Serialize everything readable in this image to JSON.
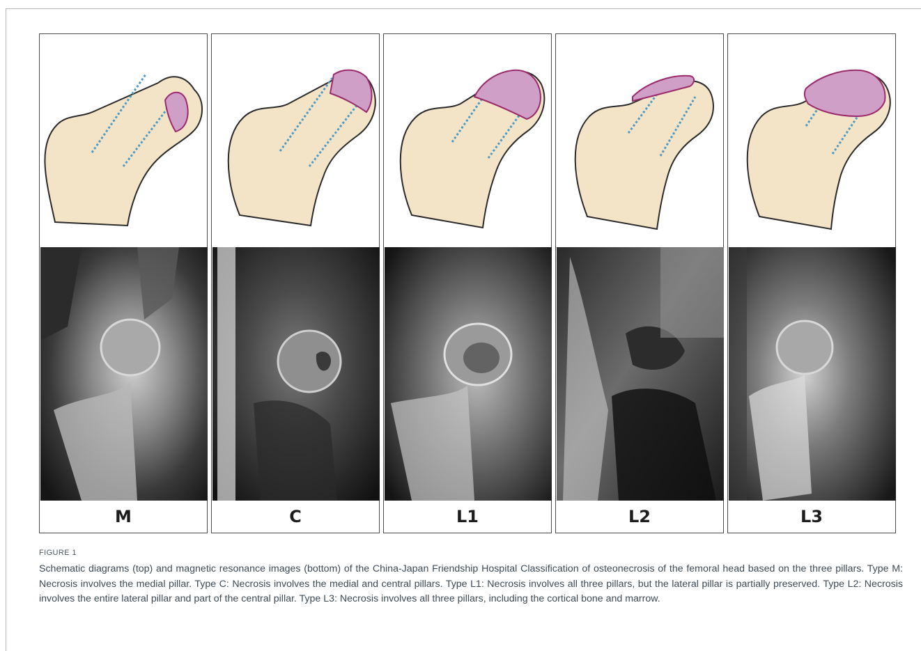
{
  "figure": {
    "panels": [
      {
        "id": "M",
        "label": "M"
      },
      {
        "id": "C",
        "label": "C"
      },
      {
        "id": "L1",
        "label": "L1"
      },
      {
        "id": "L2",
        "label": "L2"
      },
      {
        "id": "L3",
        "label": "L3"
      }
    ],
    "colors": {
      "bone_fill": "#f3e4c8",
      "necrosis_fill": "#cf9fc8",
      "necrosis_stroke": "#9a2a6b",
      "pillar_line": "#4e9ac4",
      "outline": "#2a2a2a"
    }
  },
  "caption": {
    "number": "FIGURE 1",
    "text": "Schematic diagrams (top) and magnetic resonance images (bottom) of the China-Japan Friendship Hospital Classification of osteonecrosis of the femoral head based on the three pillars. Type M: Necrosis involves the medial pillar. Type C: Necrosis involves the medial and central pillars. Type L1: Necrosis involves all three pillars, but the lateral pillar is partially preserved. Type L2: Necrosis involves the entire lateral pillar and part of the central pillar. Type L3: Necrosis involves all three pillars, including the cortical bone and marrow."
  }
}
